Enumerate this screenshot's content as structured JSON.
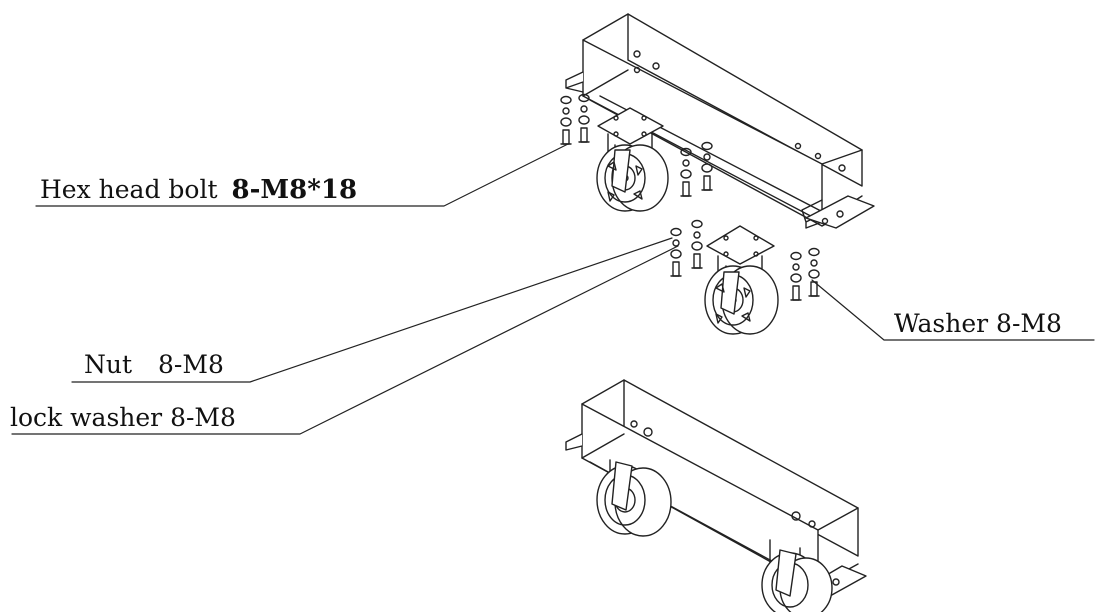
{
  "labels": {
    "hex_bolt": {
      "name": "Hex head bolt",
      "spec": "8-M8*18"
    },
    "nut": {
      "name": "Nut",
      "spec": "8-M8"
    },
    "lock_washer": {
      "text": "lock washer 8-M8"
    },
    "washer": {
      "text": "Washer 8-M8"
    }
  }
}
